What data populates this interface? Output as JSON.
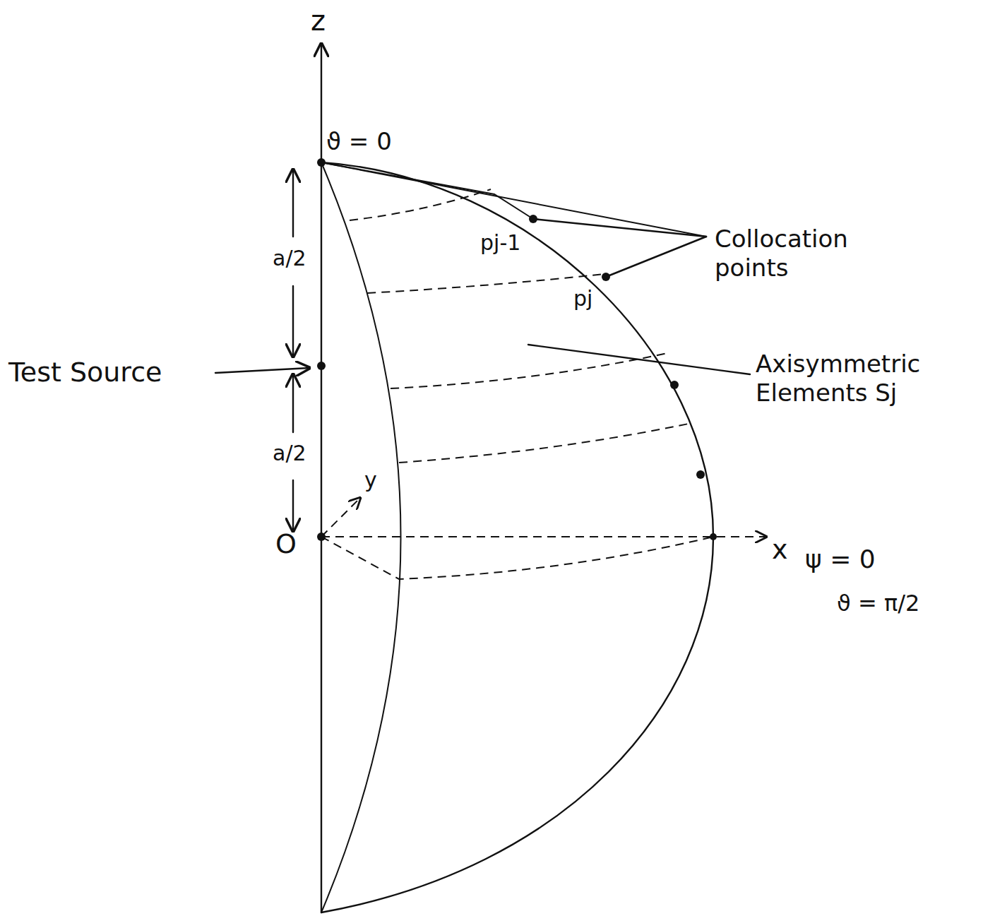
{
  "diagram": {
    "labels": [
      "z",
      "ϑ = 0",
      "a/2",
      "Test Source",
      "a/2",
      "O",
      "y",
      "x",
      "ψ = 0",
      "ϑ = π/2",
      "pj-1",
      "pj",
      "Collocation points",
      "Axisymmetric Elements Sj"
    ]
  }
}
